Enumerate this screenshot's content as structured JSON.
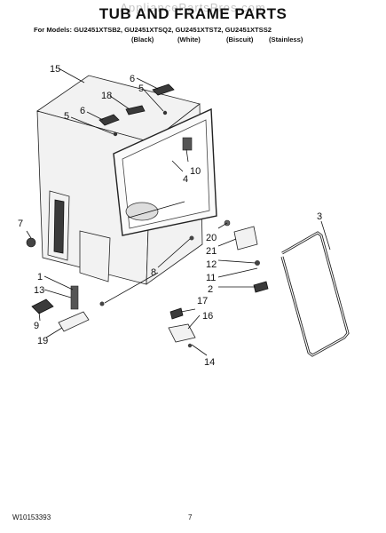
{
  "watermark": "AppliancePartsPros.com",
  "title": "TUB AND FRAME PARTS",
  "models_line": "For Models: GU2451XTSB2, GU2451XTSQ2, GU2451XTST2, GU2451XTSS2",
  "variants": [
    "(Black)",
    "(White)",
    "(Biscuit)",
    "(Stainless)"
  ],
  "callouts": [
    "15",
    "6",
    "5",
    "18",
    "6",
    "5",
    "10",
    "4",
    "7",
    "3",
    "20",
    "21",
    "12",
    "8",
    "11",
    "2",
    "1",
    "13",
    "17",
    "16",
    "9",
    "19",
    "14"
  ],
  "footer": {
    "doc_number": "W10153393",
    "page_number": "7"
  }
}
